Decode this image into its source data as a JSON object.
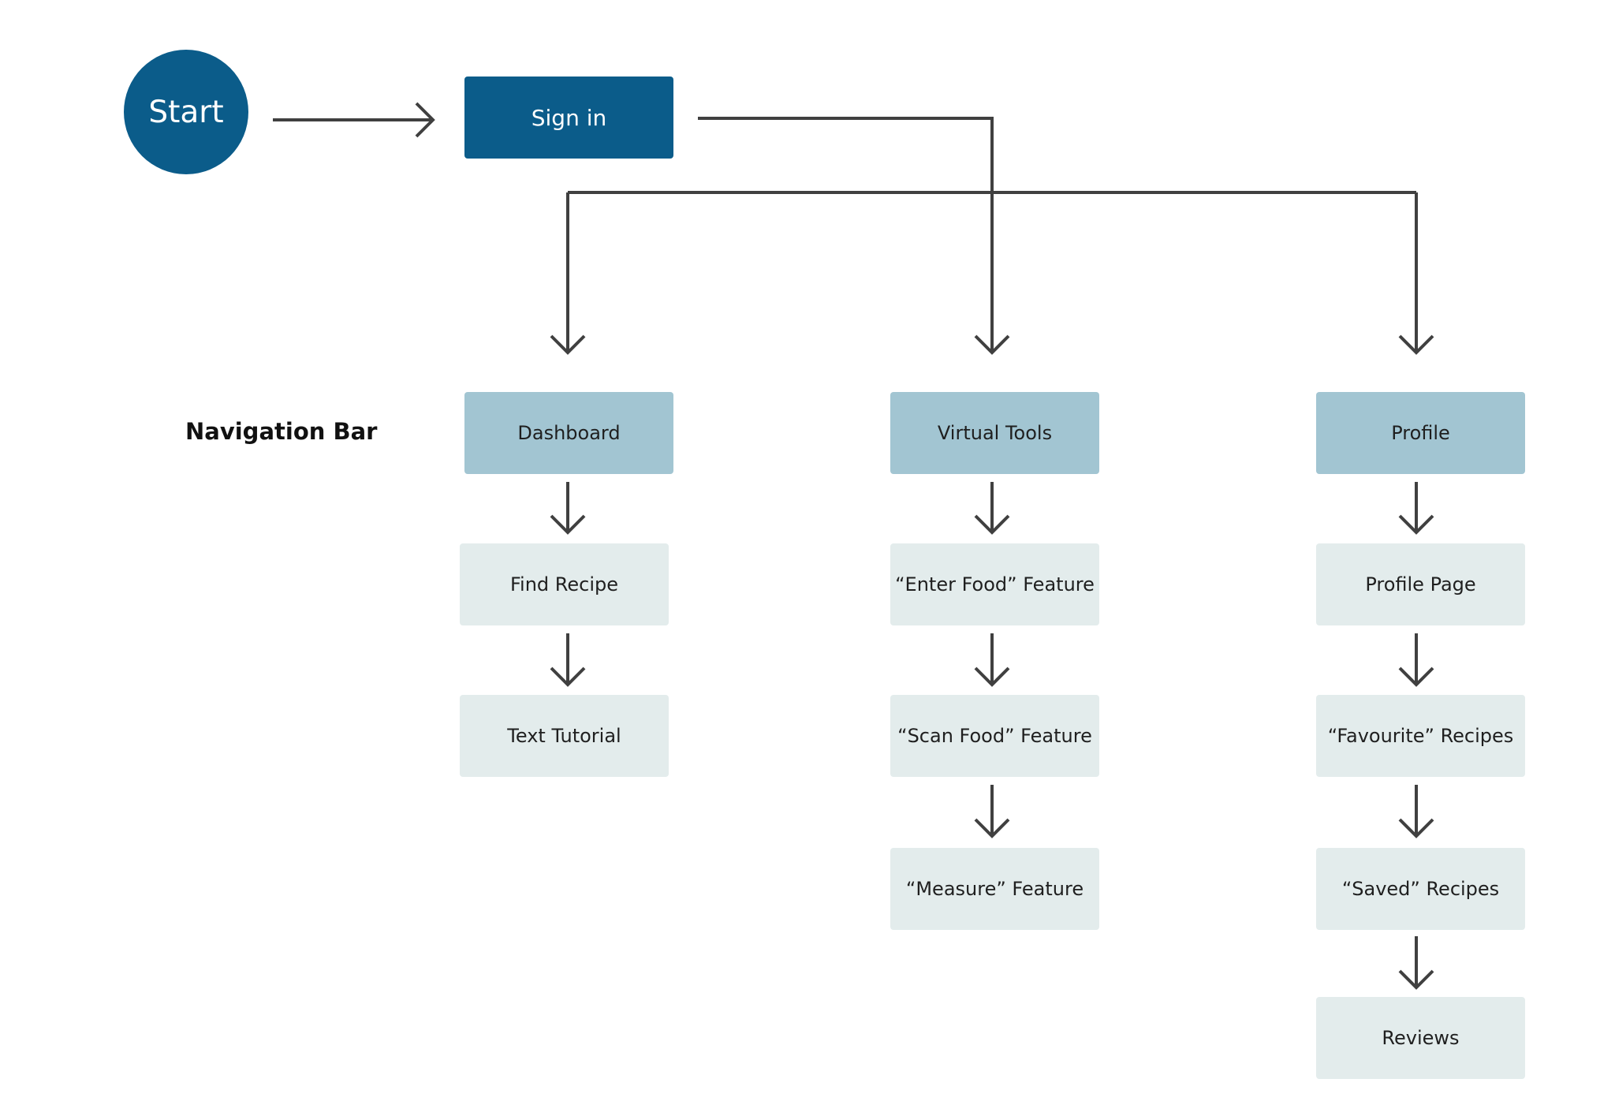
{
  "colors": {
    "primary": "#0b5c8a",
    "nav_fill": "#a2c5d2",
    "leaf_fill": "#e3ecec",
    "line": "#404040"
  },
  "start_label": "Start",
  "signin_label": "Sign in",
  "nav_bar_label": "Navigation Bar",
  "columns": [
    {
      "nav": "Dashboard",
      "items": [
        "Find Recipe",
        "Text Tutorial"
      ]
    },
    {
      "nav": "Virtual Tools",
      "items": [
        "“Enter Food” Feature",
        "“Scan Food” Feature",
        "“Measure” Feature"
      ]
    },
    {
      "nav": "Profile",
      "items": [
        "Profile Page",
        "“Favourite” Recipes",
        "“Saved” Recipes",
        "Reviews"
      ]
    }
  ]
}
